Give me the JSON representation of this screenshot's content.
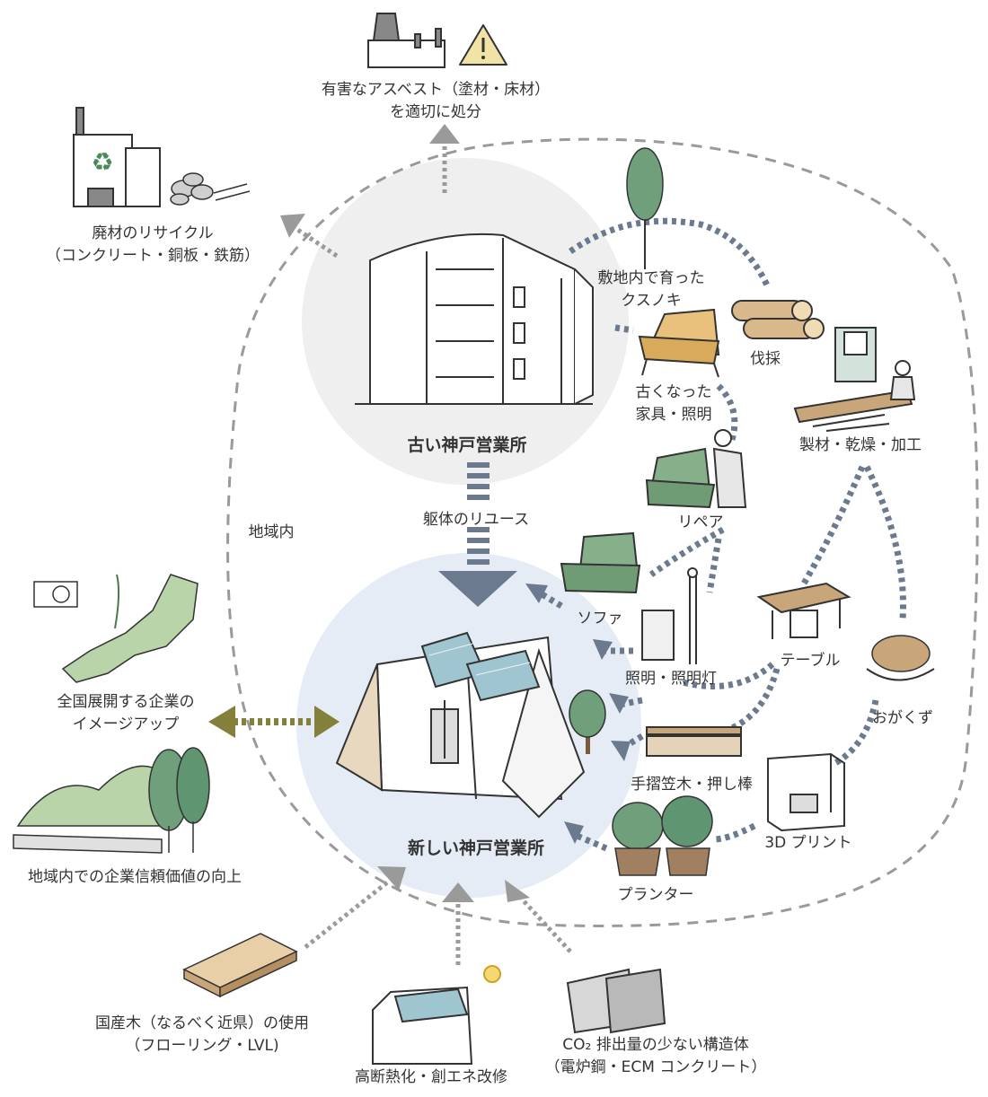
{
  "colors": {
    "old_circle": "#efefef",
    "new_circle": "#e5ecf5",
    "flow": "#6b7a8f",
    "gray_arrow": "#9a9a9a",
    "olive": "#857f3c",
    "sofa_green": "#86b08a",
    "tree_green": "#6fa07b",
    "wood": "#d9b98c",
    "panel": "#9fc6d0",
    "caution": "#f1e3a6"
  },
  "icons": [
    "factory-icon",
    "caution-icon",
    "recycle-factory-icon",
    "rubble-icon",
    "camphor-tree-icon",
    "old-chair-icon",
    "logs-icon",
    "sawmill-icon",
    "repair-worker-icon",
    "sofa-icon",
    "lamp-icon",
    "table-icon",
    "sawdust-icon",
    "handrail-icon",
    "printer-3d-icon",
    "planter-icon",
    "japan-map-icon",
    "forest-icon",
    "lumber-stack-icon",
    "solar-roof-icon",
    "steel-beam-icon",
    "old-building-icon",
    "new-building-icon"
  ],
  "labels": {
    "asbestos": [
      "有害なアスベスト（塗材・床材）",
      "を適切に処分"
    ],
    "recycle": [
      "廃材のリサイクル",
      "（コンクリート・銅板・鉄筋）"
    ],
    "camphor": [
      "敷地内で育った",
      "クスノキ"
    ],
    "felling": "伐採",
    "old_furniture": [
      "古くなった",
      "家具・照明"
    ],
    "lumber": "製材・乾燥・加工",
    "old_office": "古い神戸営業所",
    "reuse": "躯体のリユース",
    "region": "地域内",
    "repair": "リペア",
    "sofa": "ソファ",
    "lighting": "照明・照明灯",
    "table": "テーブル",
    "sawdust": "おがくず",
    "handrail": "手摺笠木・押し棒",
    "print3d": "3D プリント",
    "planter": "プランター",
    "new_office": "新しい神戸営業所",
    "image_up": [
      "全国展開する企業の",
      "イメージアップ"
    ],
    "trust": "地域内での企業信頼価値の向上",
    "domestic_wood": [
      "国産木（なるべく近県）の使用",
      "（フローリング・LVL)"
    ],
    "insulation": "高断熱化・創エネ改修",
    "co2": [
      "CO₂ 排出量の少ない構造体",
      "（電炉鋼・ECM コンクリート）"
    ]
  }
}
